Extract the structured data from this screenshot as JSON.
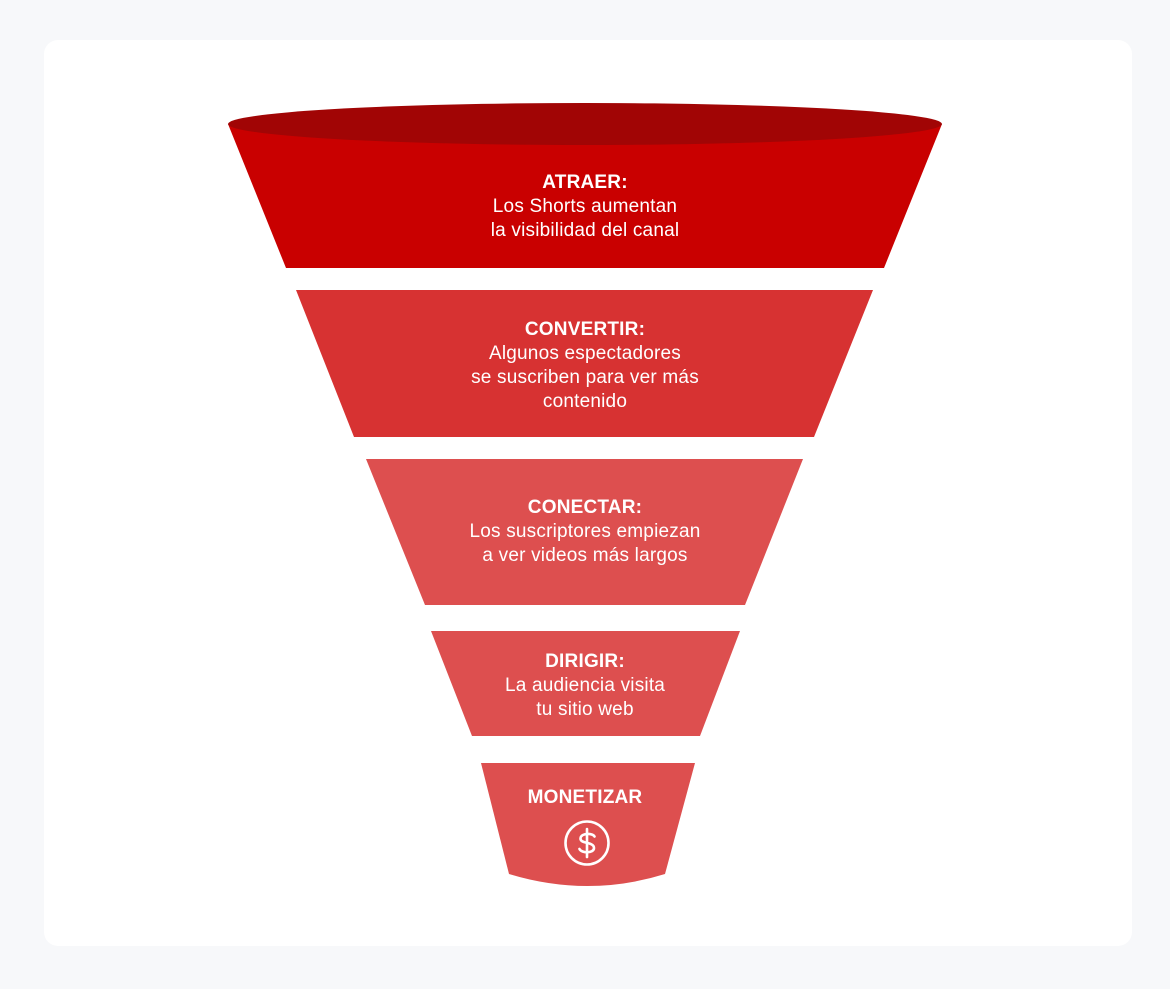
{
  "colors": {
    "background": "#f7f8fa",
    "card": "#ffffff",
    "rim": "#a10505",
    "stage_1": "#c90000",
    "stage_2": "#d73232",
    "stage_3": "#dd4f4f",
    "stage_4": "#dd4f4f",
    "stage_5": "#dd4f4f",
    "text": "#ffffff"
  },
  "stages": [
    {
      "title": "ATRAER:",
      "description": "Los Shorts aumentan\nla visibilidad del canal"
    },
    {
      "title": "CONVERTIR:",
      "description": "Algunos espectadores\nse suscriben para ver más\ncontenido"
    },
    {
      "title": "CONECTAR:",
      "description": "Los suscriptores empiezan\na ver videos más largos"
    },
    {
      "title": "DIRIGIR:",
      "description": "La audiencia visita\ntu sitio web"
    },
    {
      "title": "MONETIZAR",
      "description": "",
      "icon": "dollar-circle-icon"
    }
  ]
}
